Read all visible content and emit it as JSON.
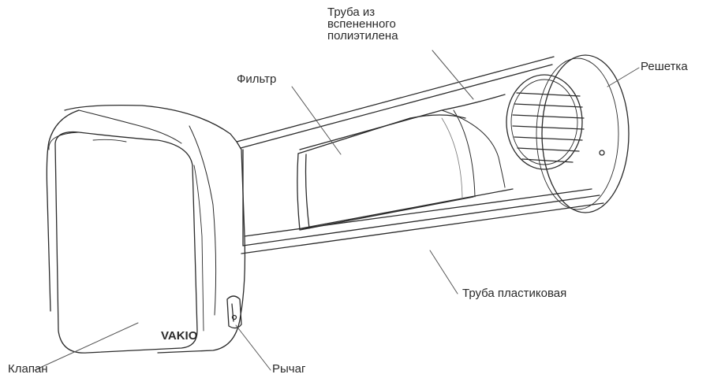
{
  "labels": {
    "foam_tube": [
      "Труба из",
      "вспененного",
      "полиэтилена"
    ],
    "filter": "Фильтр",
    "grille": "Решетка",
    "plastic_tube": "Труба пластиковая",
    "valve": "Клапан",
    "lever": "Рычаг"
  },
  "brand": "VAKIO",
  "colors": {
    "line": "#2b2b2b",
    "leader": "#555555",
    "paper": "#ffffff",
    "shade": "#f4f4f4"
  }
}
